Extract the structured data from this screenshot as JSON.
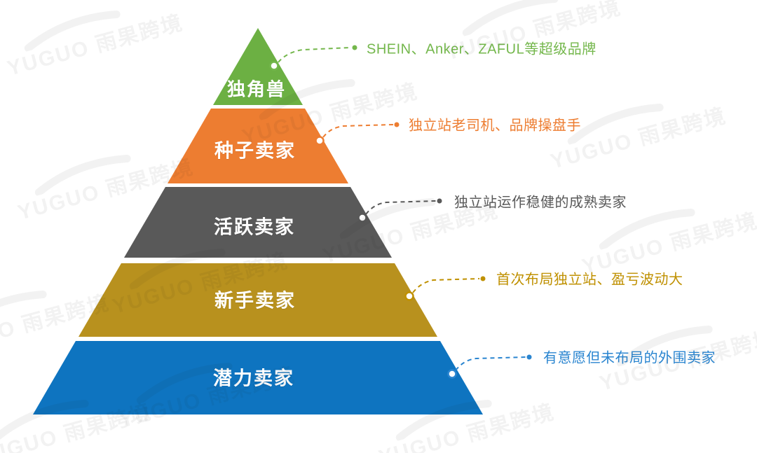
{
  "watermark": {
    "text": "YUGUO 雨果跨境"
  },
  "pyramid": {
    "tiers": [
      {
        "label": "独角兽",
        "annotation": "SHEIN、Anker、ZAFUL等超级品牌",
        "fill": "#6CB043",
        "annotation_color": "#74B74C"
      },
      {
        "label": "种子卖家",
        "annotation": "独立站老司机、品牌操盘手",
        "fill": "#ED7D31",
        "annotation_color": "#ED7D31"
      },
      {
        "label": "活跃卖家",
        "annotation": "独立站运作稳健的成熟卖家",
        "fill": "#595959",
        "annotation_color": "#595959"
      },
      {
        "label": "新手卖家",
        "annotation": "首次布局独立站、盈亏波动大",
        "fill": "#B8911E",
        "annotation_color": "#BF9000"
      },
      {
        "label": "潜力卖家",
        "annotation": "有意愿但未布局的外围卖家",
        "fill": "#0E74C0",
        "annotation_color": "#2A85D0"
      }
    ]
  }
}
